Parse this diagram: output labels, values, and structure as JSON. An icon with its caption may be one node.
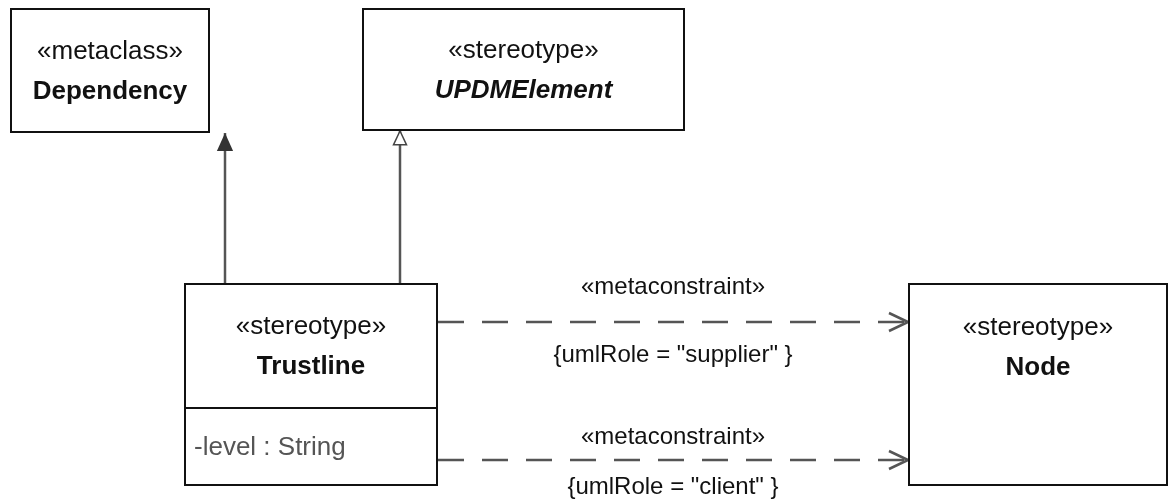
{
  "diagram": {
    "nodes": [
      {
        "text": [
          "«metaclass»",
          "Dependency"
        ]
      },
      {
        "text": [
          "«stereotype»",
          "UPDMElement"
        ]
      },
      {
        "text": [
          "«stereotype»",
          "Trustline",
          "-level : String"
        ]
      },
      {
        "text": [
          "«stereotype»",
          "Node"
        ]
      }
    ],
    "edges": [
      {
        "from": 2,
        "to": 0,
        "arrow": "to"
      },
      {
        "from": 2,
        "to": 1,
        "arrow": "to"
      },
      {
        "from": 2,
        "to": 3,
        "arrow": "to",
        "style": "dashed",
        "label": "«metaconstraint»"
      },
      {
        "from": 2,
        "to": 3,
        "arrow": "to",
        "style": "dashed",
        "label": "«metaconstraint»"
      }
    ],
    "labels": [
      "{umlRole = \"supplier\" }",
      "{umlRole = \"client\" }"
    ]
  }
}
